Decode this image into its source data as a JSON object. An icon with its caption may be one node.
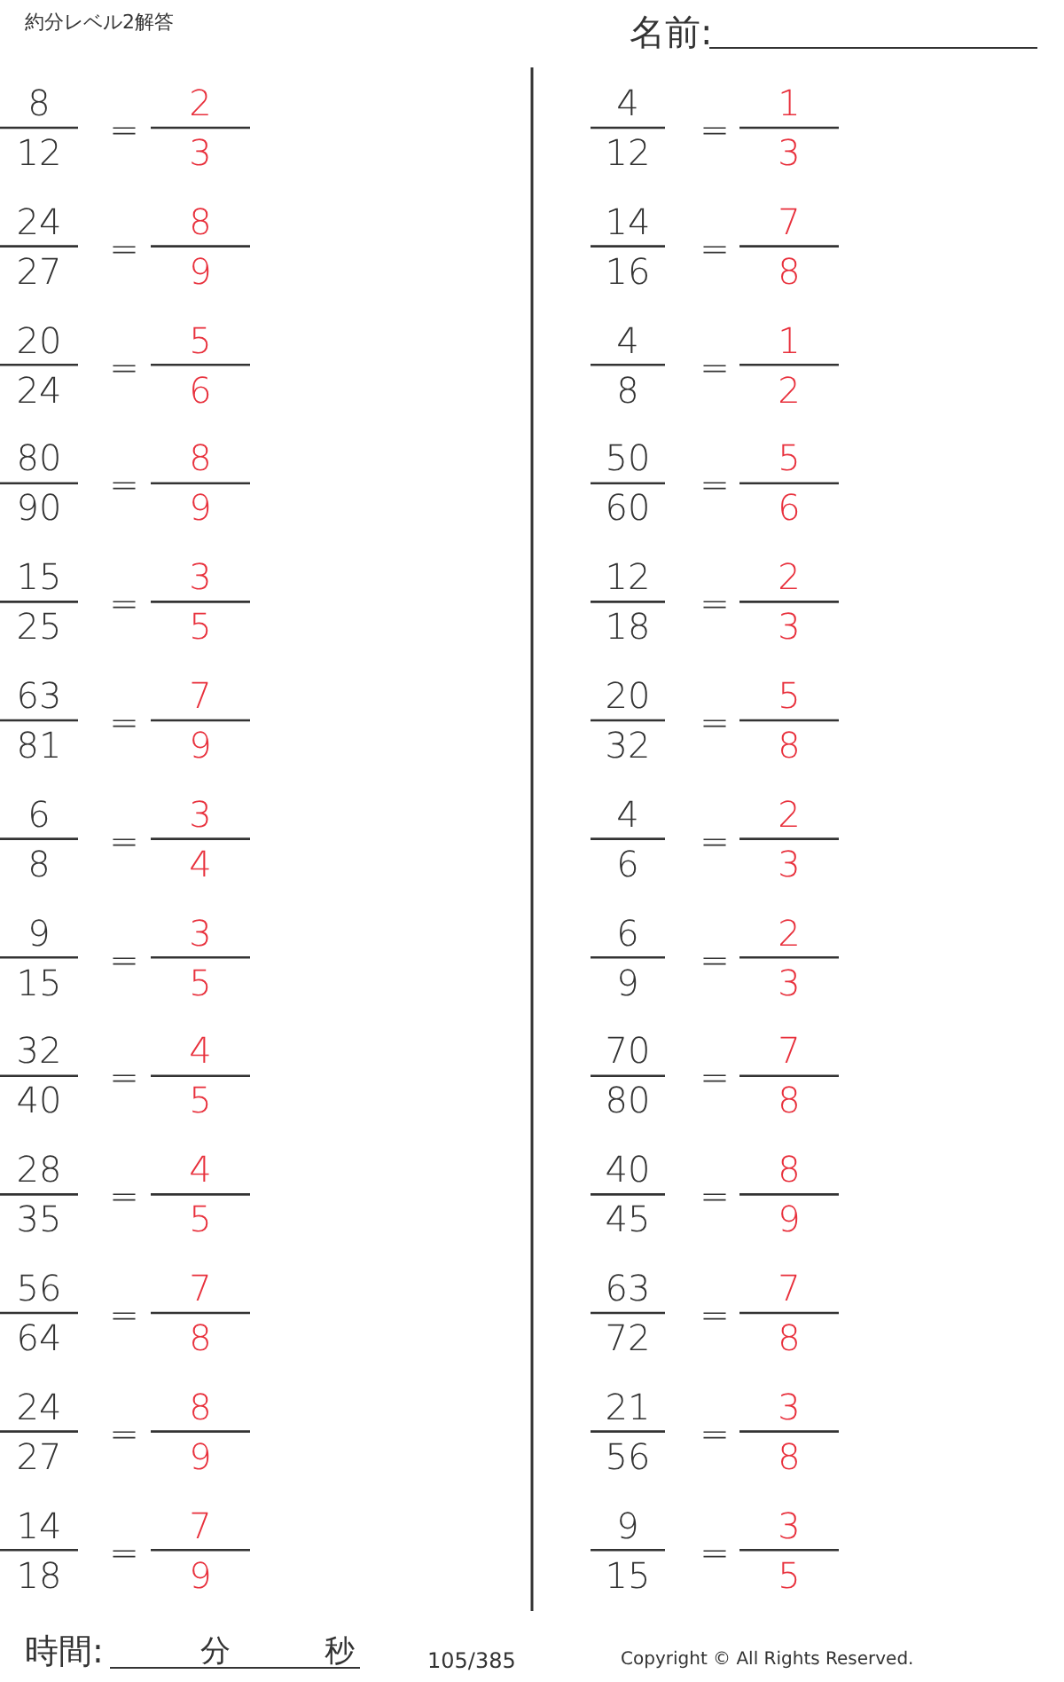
{
  "diagram": {
    "title": "約分レベル2解答",
    "labels": [
      "名前:",
      "8",
      "12",
      "=",
      "2",
      "3",
      "4",
      "12",
      "=",
      "1",
      "3",
      "24",
      "27",
      "=",
      "8",
      "9",
      "14",
      "16",
      "=",
      "7",
      "8",
      "20",
      "24",
      "=",
      "5",
      "6",
      "4",
      "8",
      "=",
      "1",
      "2",
      "80",
      "90",
      "=",
      "8",
      "9",
      "50",
      "60",
      "=",
      "5",
      "6",
      "15",
      "25",
      "=",
      "3",
      "5",
      "12",
      "18",
      "=",
      "2",
      "3",
      "63",
      "81",
      "=",
      "7",
      "9",
      "20",
      "32",
      "=",
      "5",
      "8",
      "6",
      "8",
      "=",
      "3",
      "4",
      "4",
      "6",
      "=",
      "2",
      "3",
      "9",
      "15",
      "=",
      "3",
      "5",
      "6",
      "9",
      "=",
      "2",
      "3",
      "32",
      "40",
      "=",
      "4",
      "5",
      "70",
      "80",
      "=",
      "7",
      "8",
      "28",
      "35",
      "=",
      "4",
      "5",
      "40",
      "45",
      "=",
      "8",
      "9",
      "56",
      "64",
      "=",
      "7",
      "8",
      "63",
      "72",
      "=",
      "7",
      "8",
      "24",
      "27",
      "=",
      "8",
      "9",
      "21",
      "56",
      "=",
      "3",
      "8",
      "14",
      "18",
      "=",
      "7",
      "9",
      "9",
      "15",
      "=",
      "3",
      "5",
      "時間:",
      "分",
      "秒",
      "105/385",
      "Copyright © All Rights Reserved."
    ]
  }
}
